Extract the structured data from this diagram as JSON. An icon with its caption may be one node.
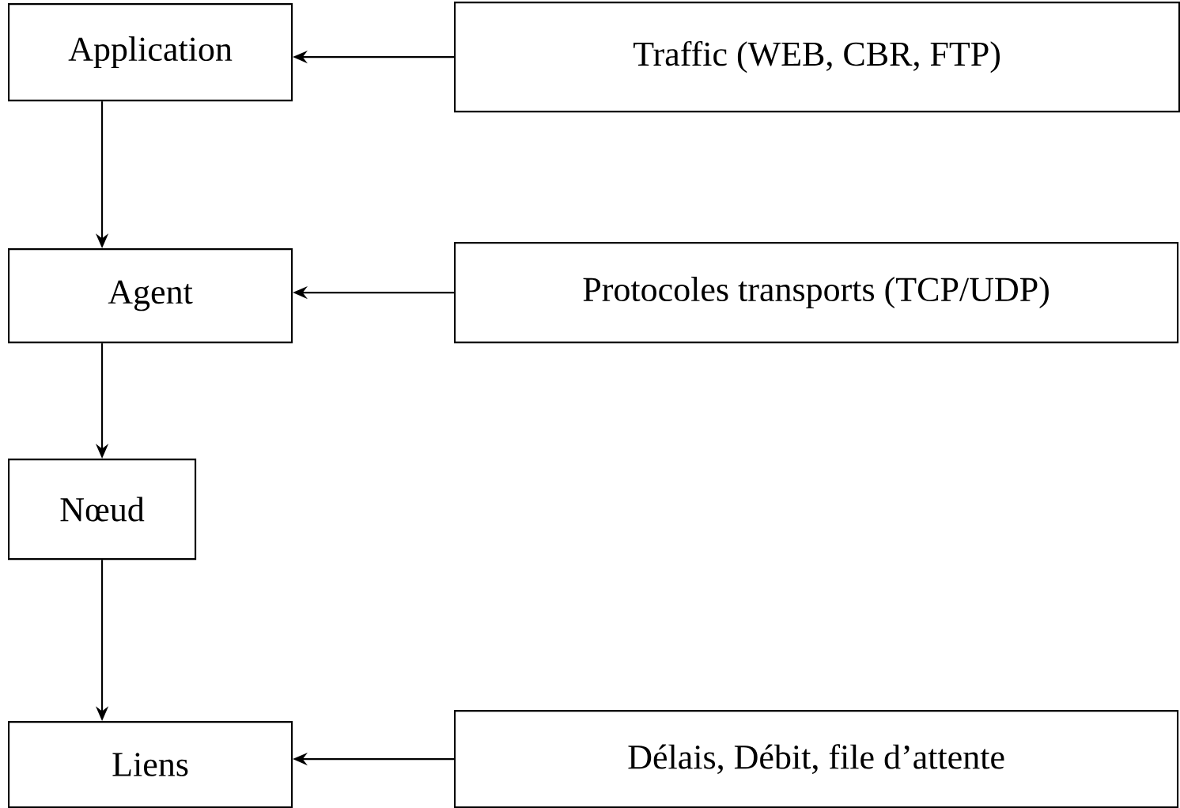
{
  "diagram": {
    "nodes": [
      {
        "text": [
          "Application"
        ]
      },
      {
        "text": [
          "Traffic (WEB, CBR, FTP)"
        ]
      },
      {
        "text": [
          "Agent"
        ]
      },
      {
        "text": [
          "Protocoles transports (TCP/UDP)"
        ]
      },
      {
        "text": [
          "Nœud"
        ]
      },
      {
        "text": [
          "Liens"
        ]
      },
      {
        "text": [
          "Délais, Débit, file d’attente"
        ]
      }
    ],
    "edges": [
      {
        "from": 1,
        "to": 0,
        "arrow": "to"
      },
      {
        "from": 0,
        "to": 2,
        "arrow": "to"
      },
      {
        "from": 3,
        "to": 2,
        "arrow": "to"
      },
      {
        "from": 2,
        "to": 4,
        "arrow": "to"
      },
      {
        "from": 4,
        "to": 5,
        "arrow": "to"
      },
      {
        "from": 6,
        "to": 5,
        "arrow": "to"
      }
    ]
  }
}
